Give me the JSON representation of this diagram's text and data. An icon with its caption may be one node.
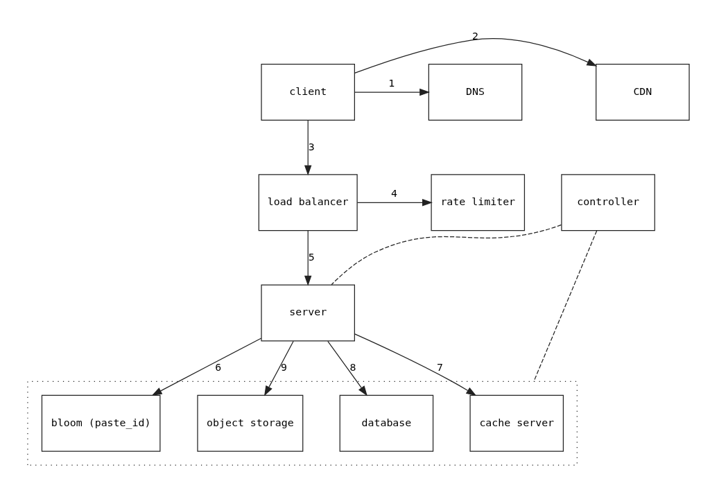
{
  "diagram": {
    "nodes": [
      {
        "text": [
          "client"
        ]
      },
      {
        "text": [
          "DNS"
        ]
      },
      {
        "text": [
          "CDN"
        ]
      },
      {
        "text": [
          "load balancer"
        ]
      },
      {
        "text": [
          "rate limiter"
        ]
      },
      {
        "text": [
          "controller"
        ]
      },
      {
        "text": [
          "server"
        ]
      },
      {
        "text": [],
        "shape": "box"
      },
      {
        "text": [
          "bloom (paste_id)"
        ],
        "in": 7
      },
      {
        "text": [
          "object storage"
        ],
        "in": 7
      },
      {
        "text": [
          "database"
        ],
        "in": 7
      },
      {
        "text": [
          "cache server"
        ],
        "in": 7
      }
    ],
    "edges": [
      {
        "from": 0,
        "to": 1,
        "arrow": "to",
        "label": "1"
      },
      {
        "from": 0,
        "to": 2,
        "arrow": "to",
        "label": "2"
      },
      {
        "from": 0,
        "to": 3,
        "arrow": "to",
        "label": "3"
      },
      {
        "from": 3,
        "to": 4,
        "arrow": "to",
        "label": "4"
      },
      {
        "from": 3,
        "to": 6,
        "arrow": "to",
        "label": "5"
      },
      {
        "from": 6,
        "to": 8,
        "arrow": "to",
        "label": "6"
      },
      {
        "from": 6,
        "to": 9,
        "arrow": "to",
        "label": "9"
      },
      {
        "from": 6,
        "to": 10,
        "arrow": "to",
        "label": "8"
      },
      {
        "from": 6,
        "to": 11,
        "arrow": "to",
        "label": "7"
      },
      {
        "from": 5,
        "to": 6,
        "arrow": "none",
        "style": "dashed"
      },
      {
        "from": 5,
        "to": 7,
        "arrow": "none",
        "style": "dashed"
      }
    ]
  }
}
